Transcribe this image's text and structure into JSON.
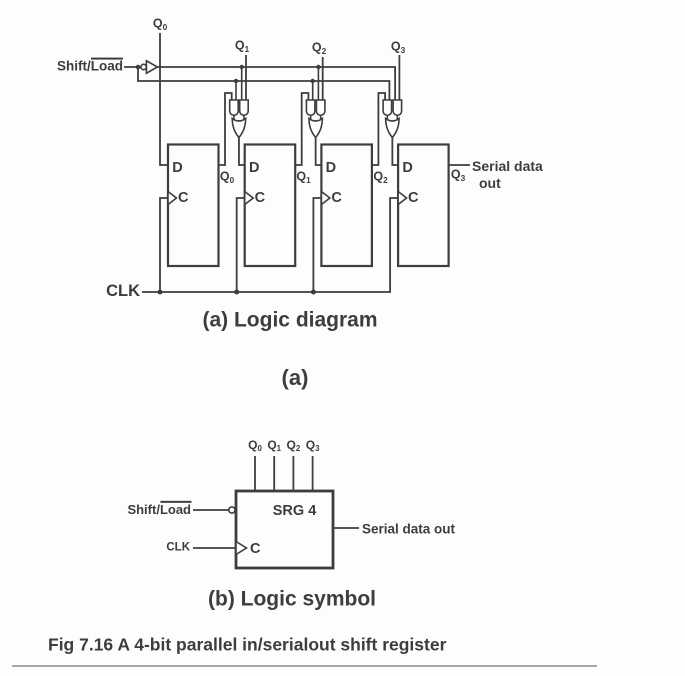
{
  "colors": {
    "ink": "#3d3d3d",
    "rule": "#a6a6a6",
    "bg": "#fdfdfd"
  },
  "figure": {
    "caption": "Fig 7.16 A 4-bit parallel in/serialout shift register",
    "section_a": {
      "caption": "(a) Logic diagram",
      "sub_caption": "(a)",
      "control_label": {
        "pre": "Shift/",
        "over": "Load"
      },
      "clk_label": "CLK",
      "parallel_inputs": [
        {
          "base": "Q",
          "sub": "0"
        },
        {
          "base": "Q",
          "sub": "1"
        },
        {
          "base": "Q",
          "sub": "2"
        },
        {
          "base": "Q",
          "sub": "3"
        }
      ],
      "ff_outputs": [
        {
          "base": "Q",
          "sub": "0"
        },
        {
          "base": "Q",
          "sub": "1"
        },
        {
          "base": "Q",
          "sub": "2"
        },
        {
          "base": "Q",
          "sub": "3"
        }
      ],
      "ff_d_label": "D",
      "ff_c_label": "C",
      "serial_out": {
        "line1": "Serial data",
        "line2": "out"
      }
    },
    "section_b": {
      "caption": "(b) Logic symbol",
      "box_label": "SRG 4",
      "outputs": [
        {
          "base": "Q",
          "sub": "0"
        },
        {
          "base": "Q",
          "sub": "1"
        },
        {
          "base": "Q",
          "sub": "2"
        },
        {
          "base": "Q",
          "sub": "3"
        }
      ],
      "control_label": {
        "pre": "Shift/",
        "over": "Load"
      },
      "clk_label": "CLK",
      "c_label": "C",
      "serial_out": "Serial data out"
    }
  }
}
